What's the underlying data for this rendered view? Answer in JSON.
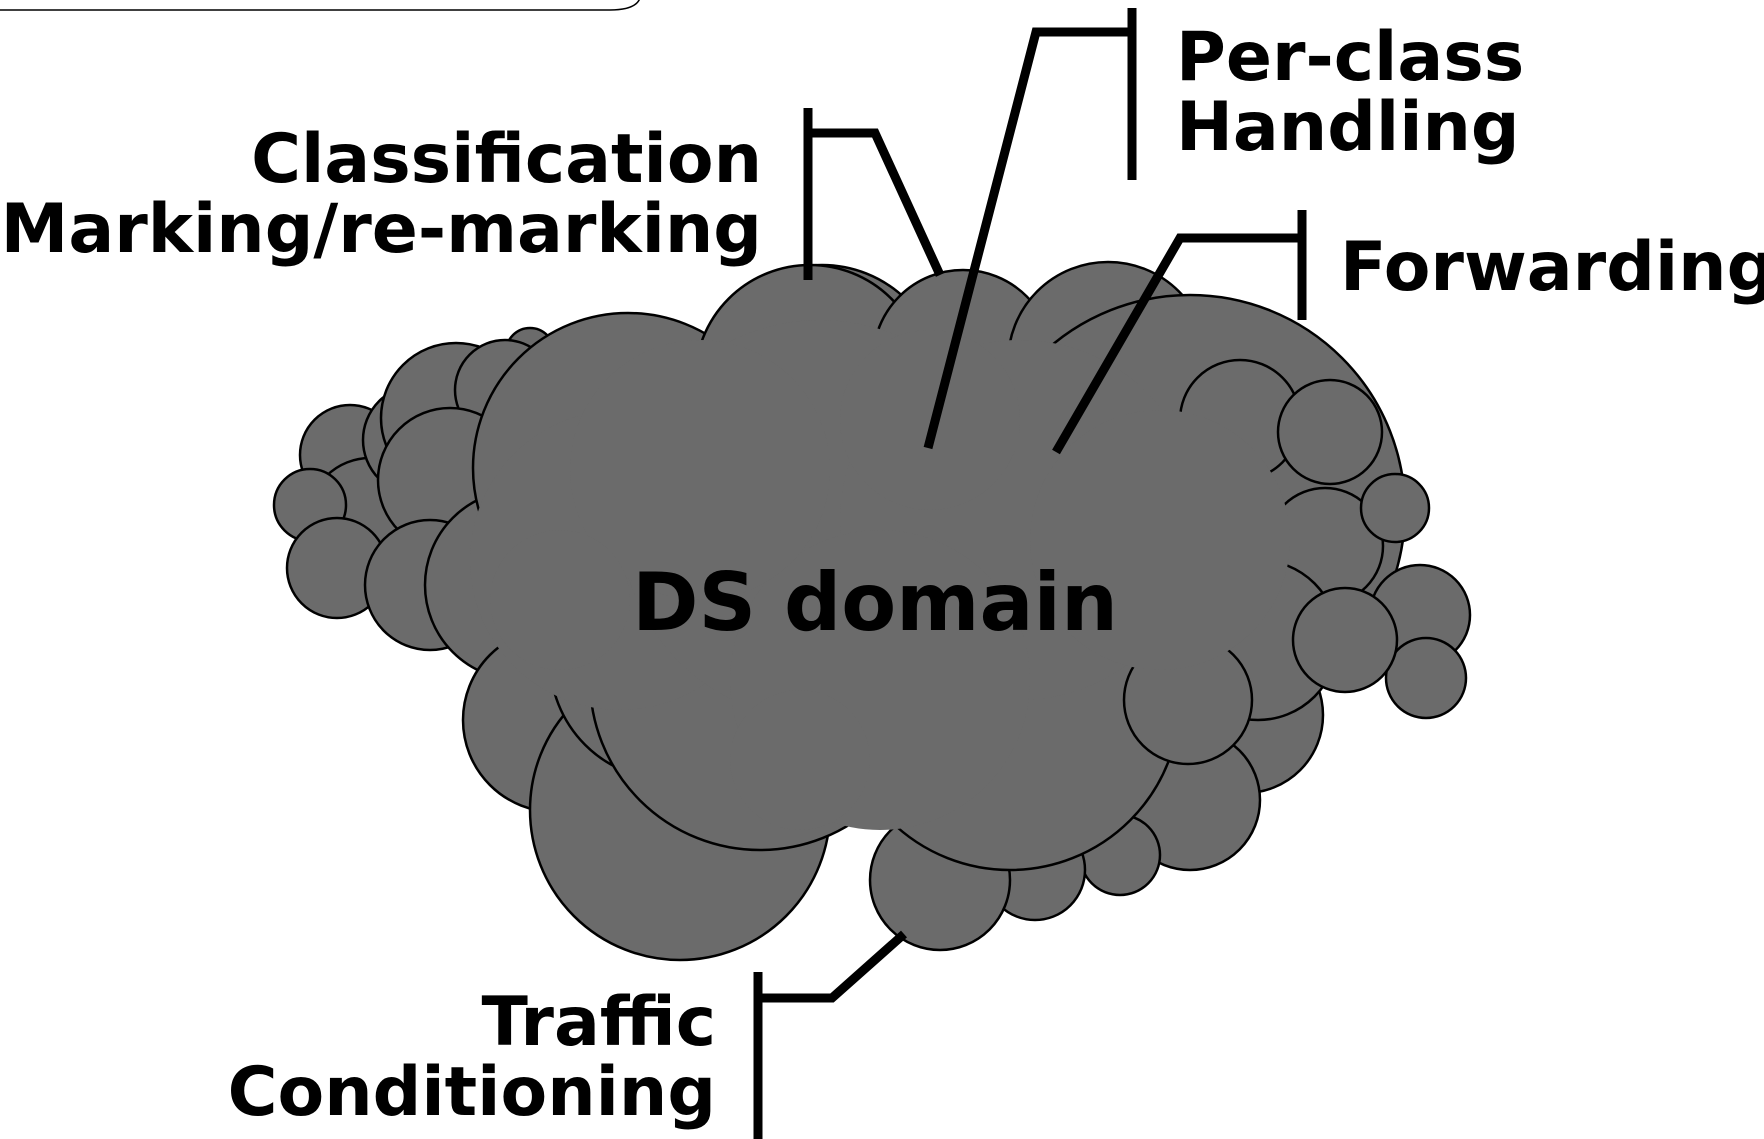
{
  "diagram": {
    "center_label": "DS domain",
    "labels": {
      "classification": [
        "Classification",
        "Marking/re-marking"
      ],
      "per_class": [
        "Per-class",
        "Handling"
      ],
      "forwarding": [
        "Forwarding"
      ],
      "traffic": [
        "Traffic",
        "Conditioning"
      ]
    },
    "colors": {
      "cloud_fill": "#6b6b6b",
      "line": "#000000",
      "text": "#000000",
      "background": "#ffffff"
    }
  }
}
